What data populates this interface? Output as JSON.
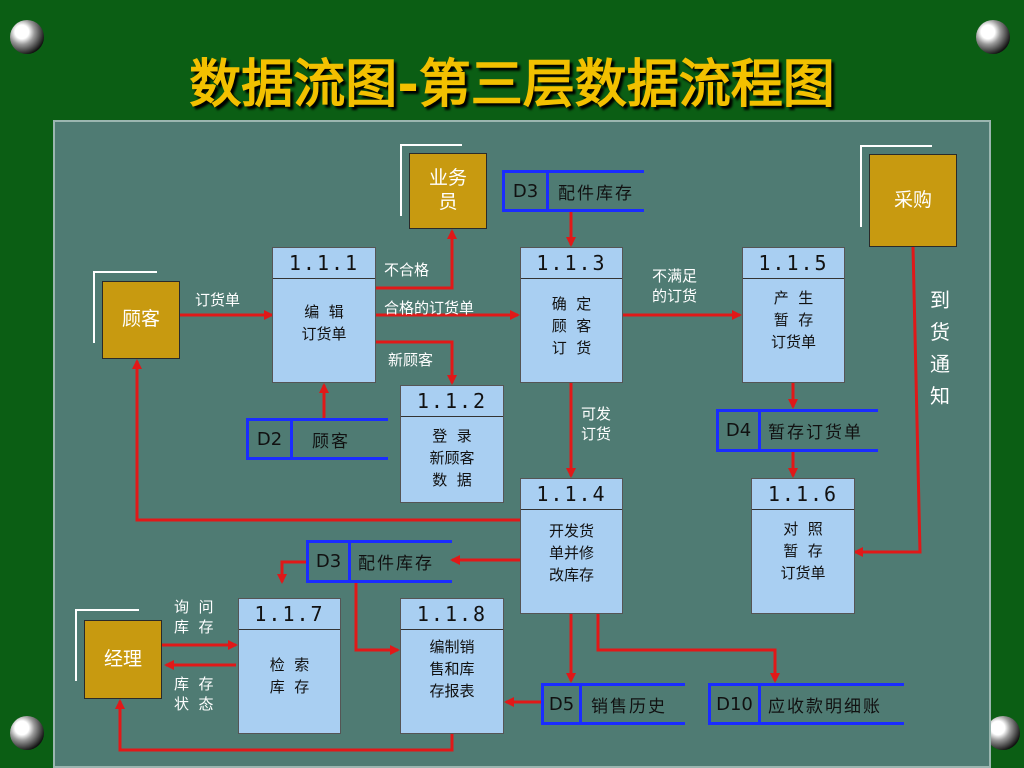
{
  "title": "数据流图-第三层数据流程图",
  "colors": {
    "background": "#0b5e14",
    "title": "#f2c000",
    "panel": "#4f7b73",
    "external_entity": "#c89a10",
    "process": "#a9cff2",
    "flow_line": "#e01818",
    "store_line": "#1a2cff"
  },
  "entities": {
    "salesperson": "业务\n员",
    "purchasing": "采购",
    "customer": "顾客",
    "manager": "经理"
  },
  "processes": {
    "p111": {
      "id": "1.1.1",
      "name": "编  辑\n订货单"
    },
    "p112": {
      "id": "1.1.2",
      "name": "登  录\n新顾客\n数  据"
    },
    "p113": {
      "id": "1.1.3",
      "name": "确  定\n顾  客\n订  货"
    },
    "p114": {
      "id": "1.1.4",
      "name": "开发货\n单并修\n改库存"
    },
    "p115": {
      "id": "1.1.5",
      "name": "产  生\n暂  存\n订货单"
    },
    "p116": {
      "id": "1.1.6",
      "name": "对  照\n暂  存\n订货单"
    },
    "p117": {
      "id": "1.1.7",
      "name": "检  索\n库  存"
    },
    "p118": {
      "id": "1.1.8",
      "name": "编制销\n售和库\n存报表"
    }
  },
  "stores": {
    "d3_top": {
      "id": "D3",
      "name": "配件库存"
    },
    "d2": {
      "id": "D2",
      "name": "顾客"
    },
    "d4": {
      "id": "D4",
      "name": "暂存订货单"
    },
    "d3_mid": {
      "id": "D3",
      "name": "配件库存"
    },
    "d5": {
      "id": "D5",
      "name": "销售历史"
    },
    "d10": {
      "id": "D10",
      "name": "应收款明细账"
    }
  },
  "flows": {
    "order": "订货单",
    "unqualified": "不合格",
    "qualified_order": "合格的订货单",
    "new_customer": "新顾客",
    "unsatisfied_order": "不满足\n的订货",
    "shippable_order": "可发\n订货",
    "arrival_notice": "到\n货\n通\n知",
    "query_stock": "询  问\n库  存",
    "stock_status": "库  存\n状  态"
  }
}
